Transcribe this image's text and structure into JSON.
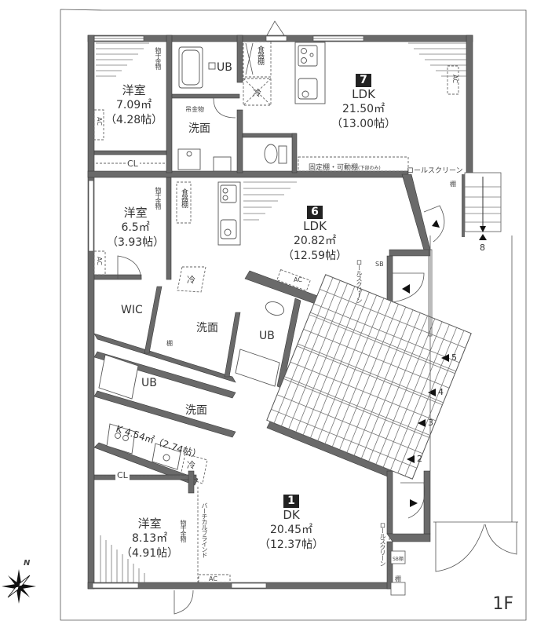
{
  "floor_label": "1F",
  "compass": {
    "label": "N",
    "icon": "compass-rose-icon"
  },
  "units": [
    {
      "number": "7",
      "type": "LDK",
      "area": "21.50㎡",
      "tatami": "（13.00帖）",
      "rooms": [
        {
          "name": "洋室",
          "area": "7.09㎡",
          "tatami": "（4.28帖）"
        },
        {
          "name": "洗面"
        },
        {
          "name": "UB"
        }
      ]
    },
    {
      "number": "6",
      "type": "LDK",
      "area": "20.82㎡",
      "tatami": "（12.59帖）",
      "rooms": [
        {
          "name": "洋室",
          "area": "6.5㎡",
          "tatami": "（3.93帖）"
        },
        {
          "name": "WIC"
        },
        {
          "name": "洗面"
        },
        {
          "name": "UB"
        }
      ]
    },
    {
      "number": "1",
      "type": "DK",
      "area": "20.45㎡",
      "tatami": "（12.37帖）",
      "rooms": [
        {
          "name": "洋室",
          "area": "8.13㎡",
          "tatami": "（4.91帖）"
        },
        {
          "name": "K 4.54㎡（2.74帖）"
        },
        {
          "name": "洗面"
        },
        {
          "name": "UB"
        }
      ]
    }
  ],
  "annotations": {
    "hanger": "物干金物",
    "dish_shelf": "食器棚",
    "fridge": "冷",
    "closet": "CL",
    "ac": "AC",
    "shelf": "棚",
    "sb": "SB",
    "sb_shelf": "SB棚",
    "hanging_rail": "吊金物",
    "fixed_shelf": "固定棚・可動棚",
    "fixed_shelf_note": "(下部のみ)",
    "roll_screen": "ロールスクリーン",
    "vertical_blind": "バーチカルブラインド"
  },
  "stairs": {
    "main_steps": [
      "5",
      "4",
      "3",
      "2"
    ],
    "side_step": "8"
  }
}
